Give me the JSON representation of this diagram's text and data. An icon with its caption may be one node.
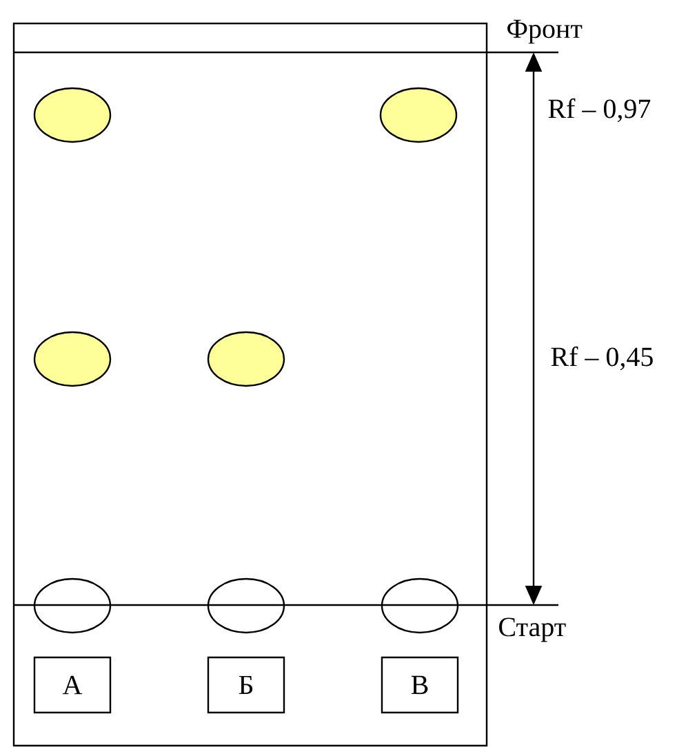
{
  "diagram": {
    "nodes": [
      {
        "text": [],
        "shape": "box"
      },
      {
        "text": [],
        "shape": "circle",
        "in": 0
      },
      {
        "text": [],
        "shape": "circle",
        "in": 0
      },
      {
        "text": [],
        "shape": "circle",
        "in": 0
      },
      {
        "text": [],
        "shape": "circle",
        "in": 0
      },
      {
        "text": [],
        "shape": "circle",
        "in": 0
      },
      {
        "text": [],
        "shape": "circle",
        "in": 0
      },
      {
        "text": [],
        "shape": "circle",
        "in": 0
      },
      {
        "text": [
          "А"
        ],
        "in": 0
      },
      {
        "text": [
          "Б"
        ],
        "in": 0
      },
      {
        "text": [
          "В"
        ],
        "in": 0
      }
    ],
    "labels": [
      "Фронт",
      "Rf – 0,97",
      "Rf – 0,45",
      "Старт"
    ]
  }
}
